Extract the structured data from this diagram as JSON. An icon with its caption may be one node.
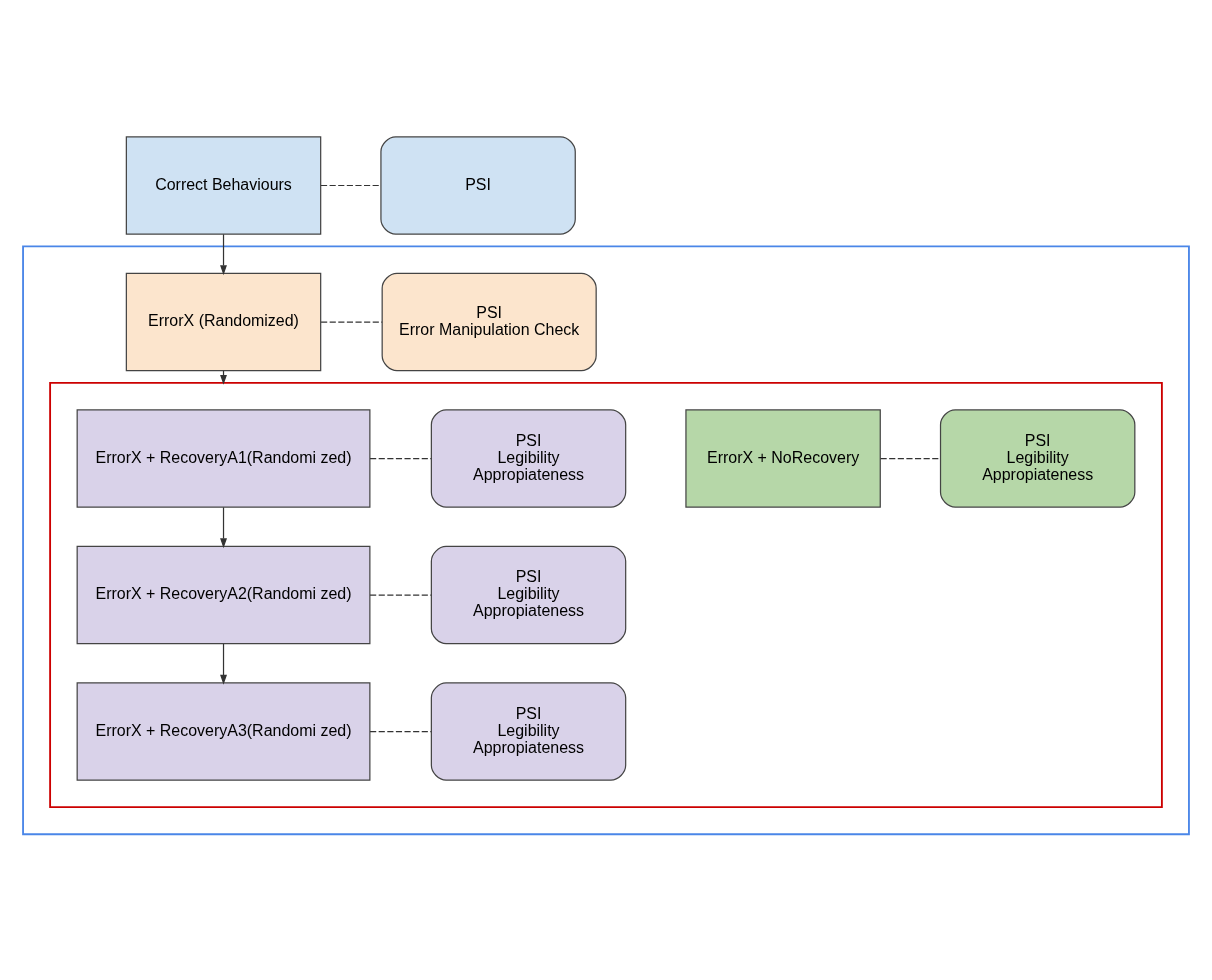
{
  "diagram": {
    "nodes": [
      {
        "text": [
          "Correct Behaviours"
        ]
      },
      {
        "text": [
          "PSI"
        ]
      },
      {
        "text": [],
        "shape": "box"
      },
      {
        "text": [
          "ErrorX (Randomized)"
        ],
        "in": 2
      },
      {
        "text": [
          "PSI",
          "Error Manipulation Check"
        ],
        "in": 2
      },
      {
        "text": [],
        "shape": "box",
        "in": 2
      },
      {
        "text": [
          "ErrorX + RecoveryA1(Randomi zed)"
        ],
        "in": 5
      },
      {
        "text": [
          "PSI",
          "Legibility",
          "Appropiateness"
        ],
        "in": 5
      },
      {
        "text": [
          "ErrorX + RecoveryA2(Randomi zed)"
        ],
        "in": 5
      },
      {
        "text": [
          "PSI",
          "Legibility",
          "Appropiateness"
        ],
        "in": 5
      },
      {
        "text": [
          "ErrorX + RecoveryA3(Randomi zed)"
        ],
        "in": 5
      },
      {
        "text": [
          "PSI",
          "Legibility",
          "Appropiateness"
        ],
        "in": 5
      },
      {
        "text": [
          "ErrorX + NoRecovery"
        ],
        "in": 5
      },
      {
        "text": [
          "PSI",
          "Legibility",
          "Appropiateness"
        ],
        "in": 5
      }
    ],
    "edges": [
      {
        "from": 0,
        "to": 1,
        "arrow": "none",
        "style": "dashed"
      },
      {
        "from": 0,
        "to": 3,
        "arrow": "to"
      },
      {
        "from": 3,
        "to": 4,
        "arrow": "none",
        "style": "dashed"
      },
      {
        "from": 3,
        "to": 5,
        "arrow": "to"
      },
      {
        "from": 6,
        "to": 7,
        "arrow": "none",
        "style": "dashed"
      },
      {
        "from": 6,
        "to": 8,
        "arrow": "to"
      },
      {
        "from": 8,
        "to": 9,
        "arrow": "none",
        "style": "dashed"
      },
      {
        "from": 8,
        "to": 10,
        "arrow": "to"
      },
      {
        "from": 10,
        "to": 11,
        "arrow": "none",
        "style": "dashed"
      },
      {
        "from": 12,
        "to": 13,
        "arrow": "none",
        "style": "dashed"
      }
    ]
  }
}
